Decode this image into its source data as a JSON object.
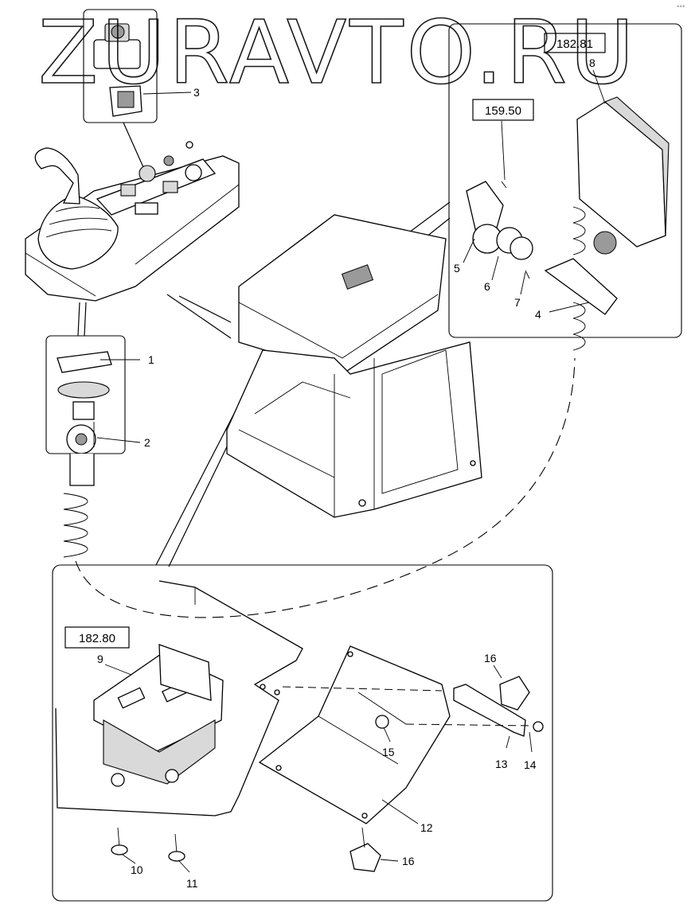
{
  "watermark": "ZURAVTO.RU",
  "corner_mark": "°°°",
  "reference_boxes": [
    {
      "id": "ref-182-81",
      "text": "182.81"
    },
    {
      "id": "ref-159-50",
      "text": "159.50"
    },
    {
      "id": "ref-182-80",
      "text": "182.80"
    }
  ],
  "callouts": [
    "1",
    "2",
    "3",
    "4",
    "5",
    "6",
    "7",
    "8",
    "9",
    "10",
    "11",
    "12",
    "13",
    "14",
    "15",
    "16",
    "16"
  ]
}
